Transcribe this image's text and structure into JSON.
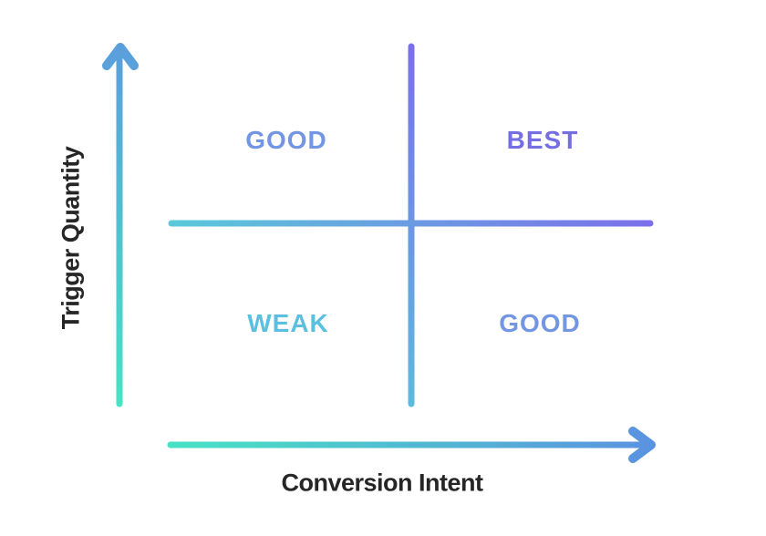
{
  "diagram": {
    "type": "quadrant-matrix",
    "axes": {
      "y_label": "Trigger Quantity",
      "x_label": "Conversion Intent"
    },
    "quadrants": {
      "top_left": "GOOD",
      "top_right": "BEST",
      "bottom_left": "WEAK",
      "bottom_right": "GOOD"
    }
  },
  "colors": {
    "background": "#ffffff",
    "axis_title_text": "#262626",
    "y_axis_start_teal": "#48E2C3",
    "y_axis_end_blue": "#5B9EDC",
    "x_axis_start_teal": "#48E2C3",
    "x_axis_end_blue": "#5A93E0",
    "mid_line_start_cyan": "#5AC8DA",
    "mid_line_end_purple": "#7B70EA",
    "divider_start_cyan": "#5EBADC",
    "divider_end_purple": "#7B70EA",
    "quad_top_left": "#7396E3",
    "quad_top_right": "#756EE2",
    "quad_bottom_left": "#5BC0E0",
    "quad_bottom_right": "#7396E3"
  }
}
